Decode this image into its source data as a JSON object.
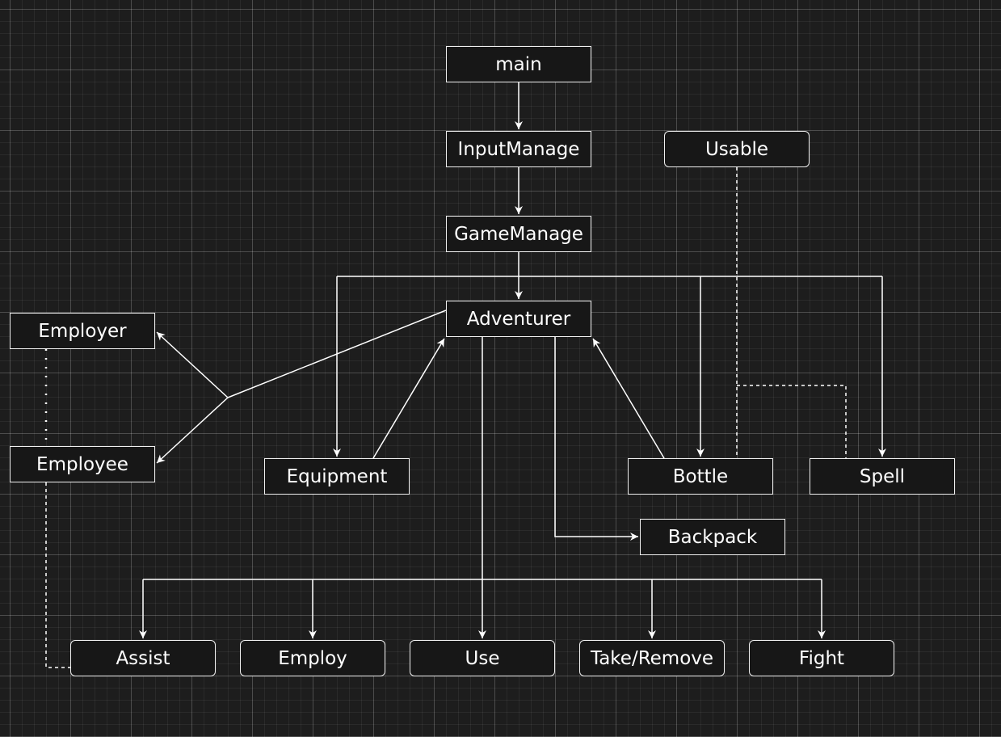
{
  "nodes": {
    "main": "main",
    "input_manage": "InputManage",
    "usable": "Usable",
    "game_manage": "GameManage",
    "adventurer": "Adventurer",
    "employer": "Employer",
    "employee": "Employee",
    "equipment": "Equipment",
    "bottle": "Bottle",
    "spell": "Spell",
    "backpack": "Backpack",
    "assist": "Assist",
    "employ": "Employ",
    "use": "Use",
    "take_remove": "Take/Remove",
    "fight": "Fight"
  },
  "colors": {
    "background": "#1d1d1d",
    "node_fill": "#171717",
    "line": "#ffffff"
  }
}
